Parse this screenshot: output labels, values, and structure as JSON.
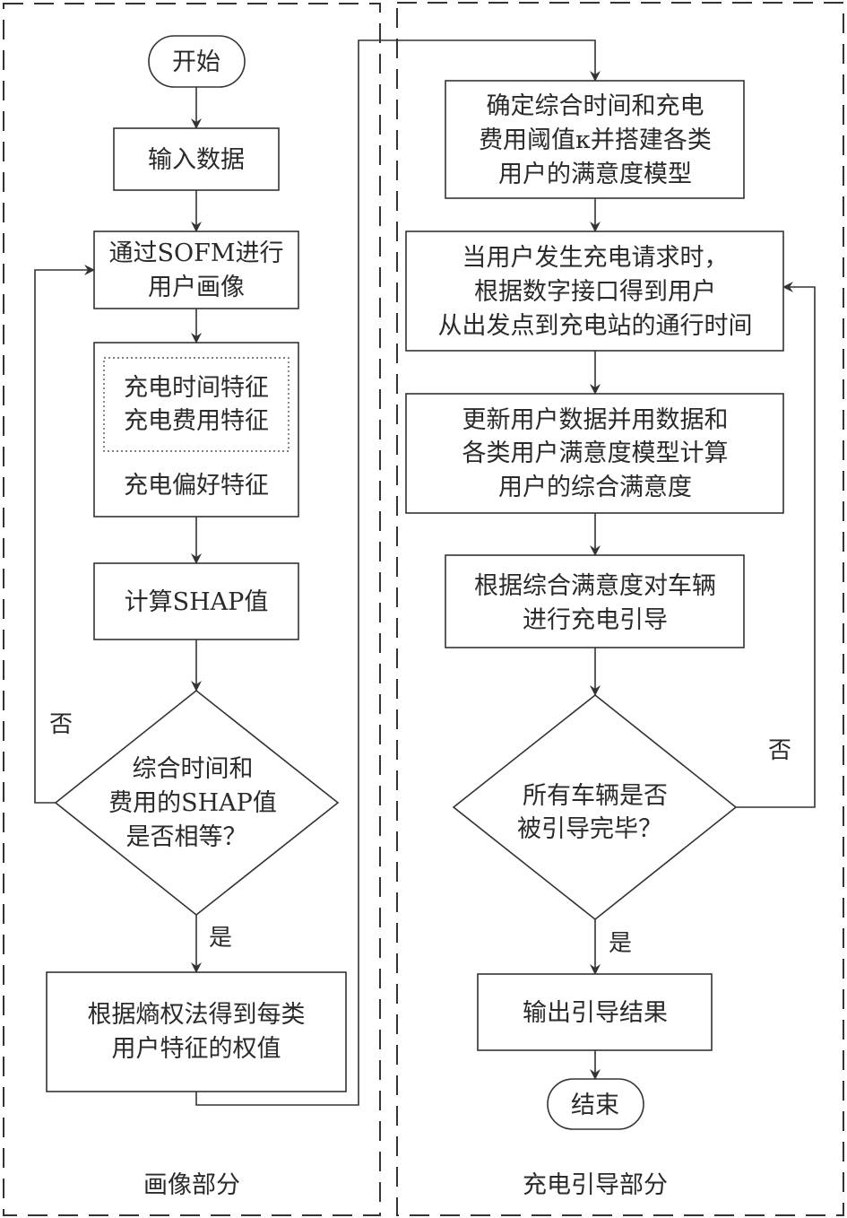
{
  "sections": {
    "left": {
      "label": "画像部分"
    },
    "right": {
      "label": "充电引导部分"
    }
  },
  "nodes": {
    "start": {
      "lines": [
        "开始"
      ]
    },
    "input": {
      "lines": [
        "输入数据"
      ]
    },
    "sofm": {
      "lines": [
        "通过SOFM进行",
        "用户画像"
      ]
    },
    "features": {
      "inner_lines": [
        "充电时间特征",
        "充电费用特征"
      ],
      "outer_line": "充电偏好特征"
    },
    "shap": {
      "lines": [
        "计算SHAP值"
      ]
    },
    "decision_shap": {
      "lines": [
        "综合时间和",
        "费用的SHAP值",
        "是否相等？"
      ]
    },
    "entropy": {
      "lines": [
        "根据熵权法得到每类",
        "用户特征的权值"
      ]
    },
    "threshold": {
      "lines": [
        "确定综合时间和充电",
        "费用阈值κ并搭建各类",
        "用户的满意度模型"
      ]
    },
    "request": {
      "lines": [
        "当用户发生充电请求时，",
        "根据数字接口得到用户",
        "从出发点到充电站的通行时间"
      ]
    },
    "update": {
      "lines": [
        "更新用户数据并用数据和",
        "各类用户满意度模型计算",
        "用户的综合满意度"
      ]
    },
    "guide": {
      "lines": [
        "根据综合满意度对车辆",
        "进行充电引导"
      ]
    },
    "decision_done": {
      "lines": [
        "所有车辆是否",
        "被引导完毕？"
      ]
    },
    "output": {
      "lines": [
        "输出引导结果"
      ]
    },
    "end": {
      "lines": [
        "结束"
      ]
    }
  },
  "edge_labels": {
    "shap_no": "否",
    "shap_yes": "是",
    "done_no": "否",
    "done_yes": "是"
  }
}
